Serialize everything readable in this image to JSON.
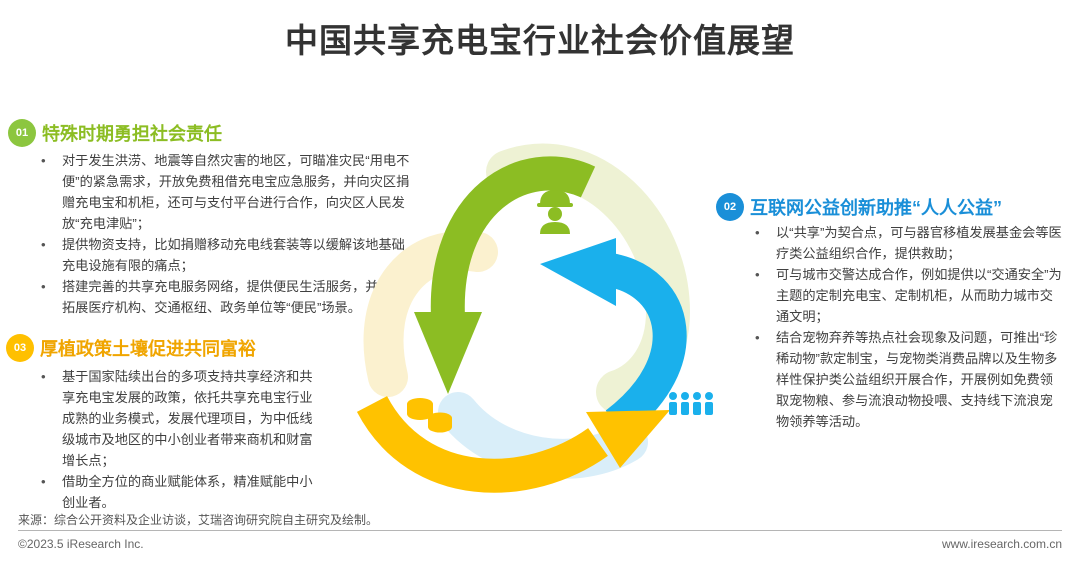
{
  "title": "中国共享充电宝行业社会价值展望",
  "section1": {
    "num": "01",
    "title": "特殊时期勇担社会责任",
    "bullets": [
      "对于发生洪涝、地震等自然灾害的地区，可瞄准灾民“用电不便”的紧急需求，开放免费租借充电宝应急服务，并向灾区捐赠充电宝和机柜，还可与支付平台进行合作，向灾区人民发放“充电津贴”；",
      "提供物资支持，比如捐赠移动充电线套装等以缓解该地基础充电设施有限的痛点；",
      "搭建完善的共享充电服务网络，提供便民生活服务，并持续拓展医疗机构、交通枢纽、政务单位等“便民”场景。"
    ]
  },
  "section2": {
    "num": "02",
    "title": "互联网公益创新助推“人人公益”",
    "bullets": [
      "以“共享”为契合点，可与器官移植发展基金会等医疗类公益组织合作，提供救助；",
      "可与城市交警达成合作，例如提供以“交通安全”为主题的定制充电宝、定制机柜，从而助力城市交通文明；",
      "结合宠物弃养等热点社会现象及问题，可推出“珍稀动物”款定制宝，与宠物类消费品牌以及生物多样性保护类公益组织开展合作，开展例如免费领取宠物粮、参与流浪动物投喂、支持线下流浪宠物领养等活动。"
    ]
  },
  "section3": {
    "num": "03",
    "title": "厚植政策土壤促进共同富裕",
    "bullets": [
      "基于国家陆续出台的多项支持共享经济和共享充电宝发展的政策，依托共享充电宝行业成熟的业务模式，发展代理项目，为中低线级城市及地区的中小创业者带来商机和财富增长点；",
      "借助全方位的商业赋能体系，精准赋能中小创业者。"
    ]
  },
  "source": "来源：综合公开资料及企业访谈，艾瑞咨询研究院自主研究及绘制。",
  "copyright": "©2023.5 iResearch Inc.",
  "website": "www.iresearch.com.cn",
  "colors": {
    "green": "#8cbd23",
    "blue": "#1ab0ec",
    "yellow": "#ffc200",
    "badge_green": "#8cc63f",
    "badge_blue": "#1a8fd8",
    "badge_yellow": "#ffc000"
  },
  "icons": {
    "top": "worker-icon",
    "left": "coins-icon",
    "right": "people-icon"
  }
}
